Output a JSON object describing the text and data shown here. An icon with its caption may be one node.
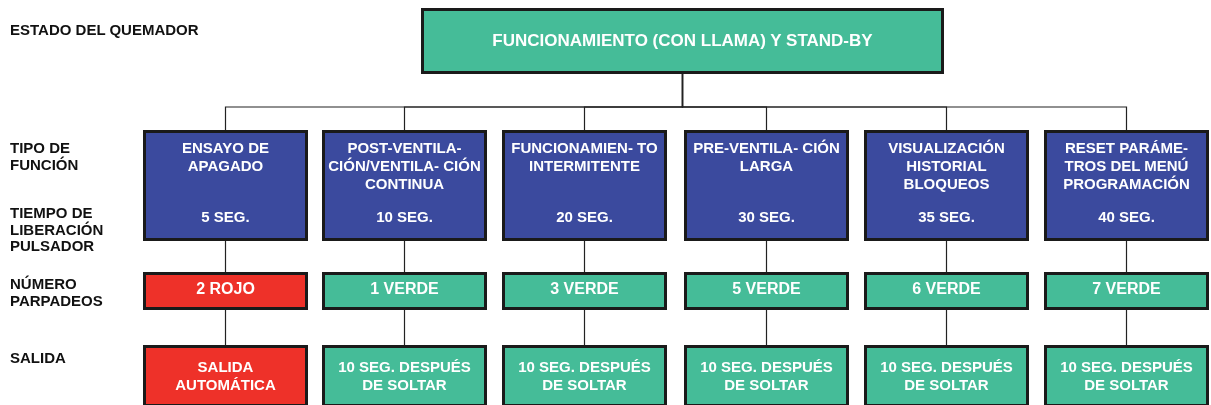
{
  "diagram": {
    "nodes": [
      {
        "text": [
          "FUNCIONAMIENTO (CON LLAMA) Y STAND-BY"
        ]
      },
      {
        "text": [
          "ENSAYO DE APAGADO",
          "5 SEG."
        ]
      },
      {
        "text": [
          "POST-VENTILA- CIÓN/VENTILA- CIÓN CONTINUA",
          "10 SEG."
        ]
      },
      {
        "text": [
          "FUNCIONAMIEN- TO INTERMITENTE",
          "20 SEG."
        ]
      },
      {
        "text": [
          "PRE-VENTILA- CIÓN LARGA",
          "30 SEG."
        ]
      },
      {
        "text": [
          "VISUALIZACIÓN HISTORIAL BLOQUEOS",
          "35 SEG."
        ]
      },
      {
        "text": [
          "RESET PARÁME- TROS DEL MENÚ PROGRAMACIÓN",
          "40 SEG."
        ]
      },
      {
        "text": [
          "2 ROJO"
        ]
      },
      {
        "text": [
          "1 VERDE"
        ]
      },
      {
        "text": [
          "3 VERDE"
        ]
      },
      {
        "text": [
          "5 VERDE"
        ]
      },
      {
        "text": [
          "6 VERDE"
        ]
      },
      {
        "text": [
          "7 VERDE"
        ]
      },
      {
        "text": [
          "SALIDA AUTOMÁTICA"
        ]
      },
      {
        "text": [
          "10 SEG. DESPUÉS DE SOLTAR"
        ]
      },
      {
        "text": [
          "10 SEG. DESPUÉS DE SOLTAR"
        ]
      },
      {
        "text": [
          "10 SEG. DESPUÉS DE SOLTAR"
        ]
      },
      {
        "text": [
          "10 SEG. DESPUÉS DE SOLTAR"
        ]
      },
      {
        "text": [
          "10 SEG. DESPUÉS DE SOLTAR"
        ]
      }
    ],
    "edges": [
      {
        "from": 0,
        "to": 1,
        "arrow": "none"
      },
      {
        "from": 0,
        "to": 2,
        "arrow": "none"
      },
      {
        "from": 0,
        "to": 3,
        "arrow": "none"
      },
      {
        "from": 0,
        "to": 4,
        "arrow": "none"
      },
      {
        "from": 0,
        "to": 5,
        "arrow": "none"
      },
      {
        "from": 0,
        "to": 6,
        "arrow": "none"
      },
      {
        "from": 1,
        "to": 7,
        "arrow": "none"
      },
      {
        "from": 2,
        "to": 8,
        "arrow": "none"
      },
      {
        "from": 3,
        "to": 9,
        "arrow": "none"
      },
      {
        "from": 4,
        "to": 10,
        "arrow": "none"
      },
      {
        "from": 5,
        "to": 11,
        "arrow": "none"
      },
      {
        "from": 6,
        "to": 12,
        "arrow": "none"
      },
      {
        "from": 7,
        "to": 13,
        "arrow": "none"
      },
      {
        "from": 8,
        "to": 14,
        "arrow": "none"
      },
      {
        "from": 9,
        "to": 15,
        "arrow": "none"
      },
      {
        "from": 10,
        "to": 16,
        "arrow": "none"
      },
      {
        "from": 11,
        "to": 17,
        "arrow": "none"
      },
      {
        "from": 12,
        "to": 18,
        "arrow": "none"
      }
    ],
    "labels": [
      "ESTADO DEL QUEMADOR",
      "TIPO DE FUNCIÓN",
      "TIEMPO DE LIBERACIÓN PULSADOR",
      "NÚMERO PARPADEOS",
      "SALIDA"
    ]
  }
}
